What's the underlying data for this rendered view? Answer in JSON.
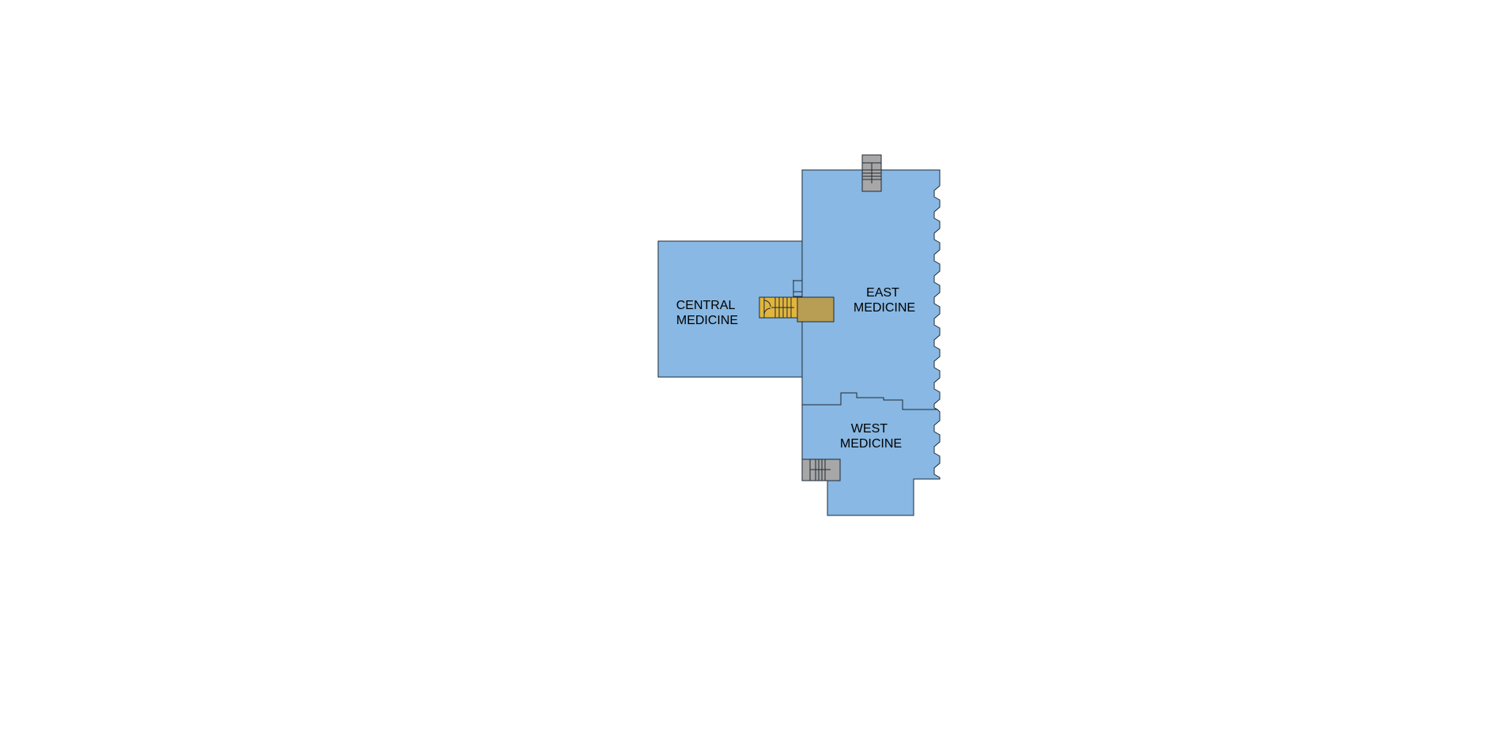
{
  "floor_plan": {
    "wings": [
      {
        "id": "central",
        "line1": "CENTRAL",
        "line2": "MEDICINE"
      },
      {
        "id": "east",
        "line1": "EAST",
        "line2": "MEDICINE"
      },
      {
        "id": "west",
        "line1": "WEST",
        "line2": "MEDICINE"
      }
    ],
    "colors": {
      "wing_fill": "#88b8e3",
      "outline": "#1f2a36",
      "stair": "#a7a7a7",
      "yellow_stair": "#e2b53c",
      "elevator": "#b89d55",
      "background": "#ffffff"
    }
  }
}
